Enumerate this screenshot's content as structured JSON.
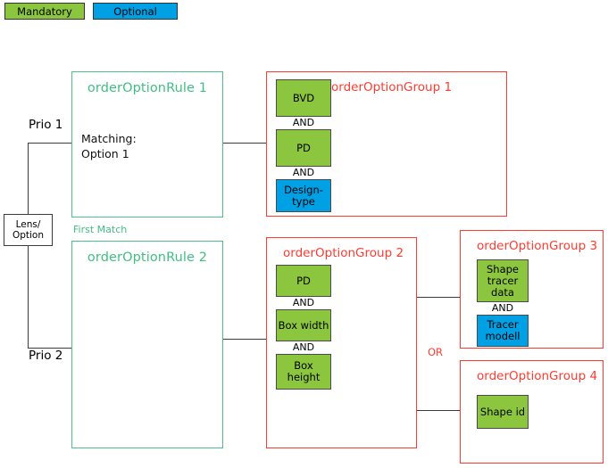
{
  "legend": {
    "mandatory": {
      "label": "Mandatory",
      "color": "#8CC63F"
    },
    "optional": {
      "label": "Optional",
      "color": "#00A0E4"
    }
  },
  "root": {
    "label": "Lens/\nOption"
  },
  "branches": [
    {
      "priority_label": "Prio 1"
    },
    {
      "priority_label": "Prio 2"
    }
  ],
  "first_match_label": "First Match",
  "or_label": "OR",
  "and_label": "AND",
  "rules": [
    {
      "title": "orderOptionRule 1",
      "body": "Matching:\nOption 1"
    },
    {
      "title": "orderOptionRule 2",
      "body": ""
    }
  ],
  "groups": [
    {
      "title": "orderOptionGroup 1",
      "options": [
        {
          "label": "BVD",
          "kind": "mandatory"
        },
        {
          "label": "PD",
          "kind": "mandatory"
        },
        {
          "label": "Design-\ntype",
          "kind": "optional"
        }
      ],
      "operators": [
        "AND",
        "AND"
      ]
    },
    {
      "title": "orderOptionGroup 2",
      "options": [
        {
          "label": "PD",
          "kind": "mandatory"
        },
        {
          "label": "Box width",
          "kind": "mandatory"
        },
        {
          "label": "Box\nheight",
          "kind": "mandatory"
        }
      ],
      "operators": [
        "AND",
        "AND"
      ]
    },
    {
      "title": "orderOptionGroup 3",
      "options": [
        {
          "label": "Shape\ntracer\ndata",
          "kind": "mandatory"
        },
        {
          "label": "Tracer\nmodell",
          "kind": "optional"
        }
      ],
      "operators": [
        "AND"
      ]
    },
    {
      "title": "orderOptionGroup 4",
      "options": [
        {
          "label": "Shape id",
          "kind": "mandatory"
        }
      ],
      "operators": []
    }
  ]
}
